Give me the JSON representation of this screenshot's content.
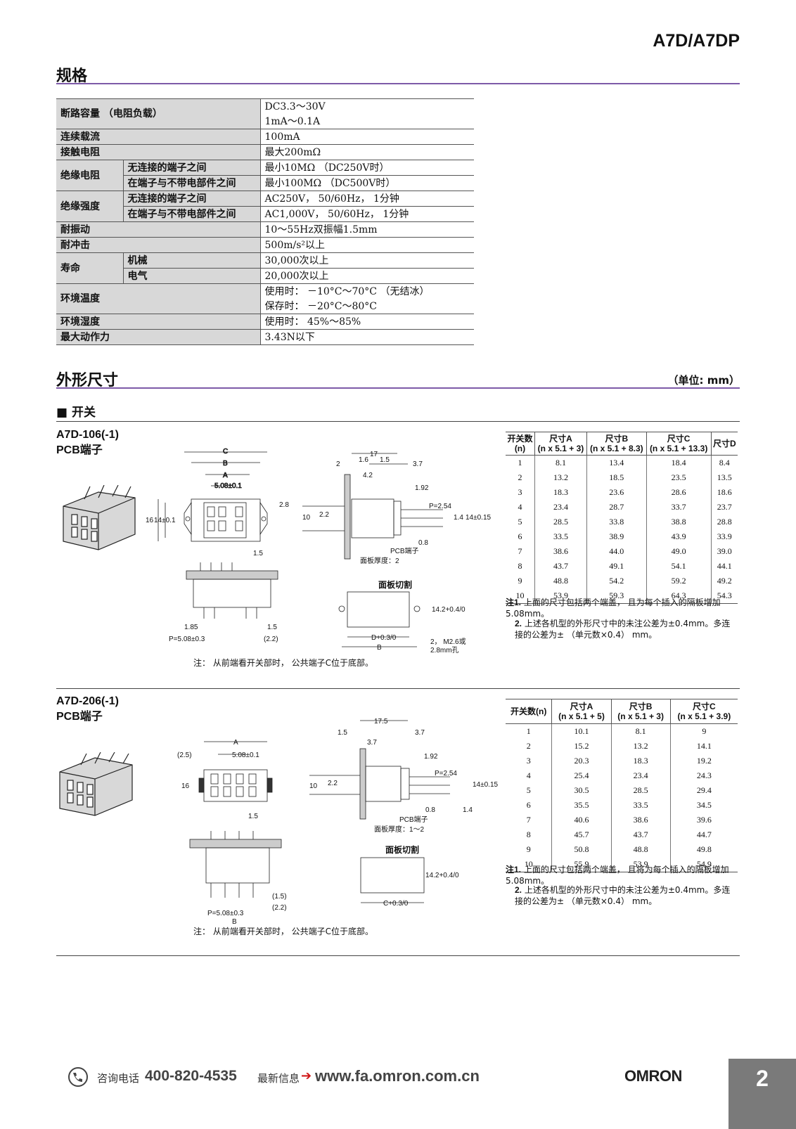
{
  "header": {
    "model": "A7D/A7DP"
  },
  "specs": {
    "title": "规格",
    "rows": [
      {
        "k": "断路容量 （电阻负载）",
        "v1": "DC3.3～30V",
        "v2": "1mA～0.1A"
      },
      {
        "k": "连续载流",
        "v": "100mA"
      },
      {
        "k": "接触电阻",
        "v": "最大200mΩ"
      },
      {
        "k": "绝缘电阻",
        "s1": "无连接的端子之间",
        "v1": "最小10MΩ （DC250V时）",
        "s2": "在端子与不带电部件之间",
        "v2": "最小100MΩ （DC500V时）"
      },
      {
        "k": "绝缘强度",
        "s1": "无连接的端子之间",
        "v1": "AC250V， 50/60Hz， 1分钟",
        "s2": "在端子与不带电部件之间",
        "v2": "AC1,000V， 50/60Hz， 1分钟"
      },
      {
        "k": "耐振动",
        "v": "10～55Hz双振幅1.5mm"
      },
      {
        "k": "耐冲击",
        "v": "500m/s²以上"
      },
      {
        "k": "寿命",
        "s1": "机械",
        "v1": "30,000次以上",
        "s2": "电气",
        "v2": "20,000次以上"
      },
      {
        "k": "环境温度",
        "v1": "使用时： －10°C～70°C （无结冰）",
        "v2": "保存时： －20°C～80°C"
      },
      {
        "k": "环境湿度",
        "v": "使用时： 45%～85%"
      },
      {
        "k": "最大动作力",
        "v": "3.43N以下"
      }
    ]
  },
  "dimensions": {
    "title": "外形尺寸",
    "unit": "（单位: mm）",
    "switch_heading": "■ 开关",
    "a7d106": {
      "model": "A7D-106(-1)",
      "terminal": "PCB端子",
      "table_headers": [
        "开关数\n(n)",
        "尺寸A\n(n x 5.1 + 3)",
        "尺寸B\n(n x 5.1 + 8.3)",
        "尺寸C\n(n x 5.1 + 13.3)",
        "尺寸D"
      ],
      "rows": [
        [
          "1",
          "8.1",
          "13.4",
          "18.4",
          "8.4"
        ],
        [
          "2",
          "13.2",
          "18.5",
          "23.5",
          "13.5"
        ],
        [
          "3",
          "18.3",
          "23.6",
          "28.6",
          "18.6"
        ],
        [
          "4",
          "23.4",
          "28.7",
          "33.7",
          "23.7"
        ],
        [
          "5",
          "28.5",
          "33.8",
          "38.8",
          "28.8"
        ],
        [
          "6",
          "33.5",
          "38.9",
          "43.9",
          "33.9"
        ],
        [
          "7",
          "38.6",
          "44.0",
          "49.0",
          "39.0"
        ],
        [
          "8",
          "43.7",
          "49.1",
          "54.1",
          "44.1"
        ],
        [
          "9",
          "48.8",
          "54.2",
          "59.2",
          "49.2"
        ],
        [
          "10",
          "53.9",
          "59.3",
          "64.3",
          "54.3"
        ]
      ],
      "note1_label": "注1.",
      "note1": "上面的尺寸包括两个端盖， 且为每个插入的隔板增加5.08mm。",
      "note2_label": "2.",
      "note2": "上述各机型的外形尺寸中的未注公差为±0.4mm。多连接的公差为± （单元数×0.4） mm。",
      "caption": "注： 从前端看开关部时， 公共端子C位于底部。",
      "panel_cut": "面板切割",
      "panel_thickness": "面板厚度：2",
      "pcb_label": "PCB端子",
      "hole_label": "2， M2.6或",
      "hole_label2": "2.8mm孔"
    },
    "a7d206": {
      "model": "A7D-206(-1)",
      "terminal": "PCB端子",
      "table_headers": [
        "开关数(n)",
        "尺寸A\n(n x 5.1 + 5)",
        "尺寸B\n(n x 5.1 + 3)",
        "尺寸C\n(n x 5.1 + 3.9)"
      ],
      "rows": [
        [
          "1",
          "10.1",
          "8.1",
          "9"
        ],
        [
          "2",
          "15.2",
          "13.2",
          "14.1"
        ],
        [
          "3",
          "20.3",
          "18.3",
          "19.2"
        ],
        [
          "4",
          "25.4",
          "23.4",
          "24.3"
        ],
        [
          "5",
          "30.5",
          "28.5",
          "29.4"
        ],
        [
          "6",
          "35.5",
          "33.5",
          "34.5"
        ],
        [
          "7",
          "40.6",
          "38.6",
          "39.6"
        ],
        [
          "8",
          "45.7",
          "43.7",
          "44.7"
        ],
        [
          "9",
          "50.8",
          "48.8",
          "49.8"
        ],
        [
          "10",
          "55.9",
          "53.9",
          "54.9"
        ]
      ],
      "note1_label": "注1.",
      "note1": "上面的尺寸包括两个端盖， 且将为每个插入的隔板增加5.08mm。",
      "note2_label": "2.",
      "note2": "上述各机型的外形尺寸中的未注公差为±0.4mm。多连接的公差为± （单元数×0.4） mm。",
      "caption": "注： 从前端看开关部时， 公共端子C位于底部。",
      "panel_cut": "面板切割",
      "panel_thickness": "面板厚度：1～2",
      "pcb_label": "PCB端子"
    }
  },
  "footer": {
    "hotline_label": "咨询电话",
    "phone": "400-820-4535",
    "news_label": "最新信息",
    "url": "www.fa.omron.com.cn",
    "brand": "OMRON",
    "page": "2"
  }
}
